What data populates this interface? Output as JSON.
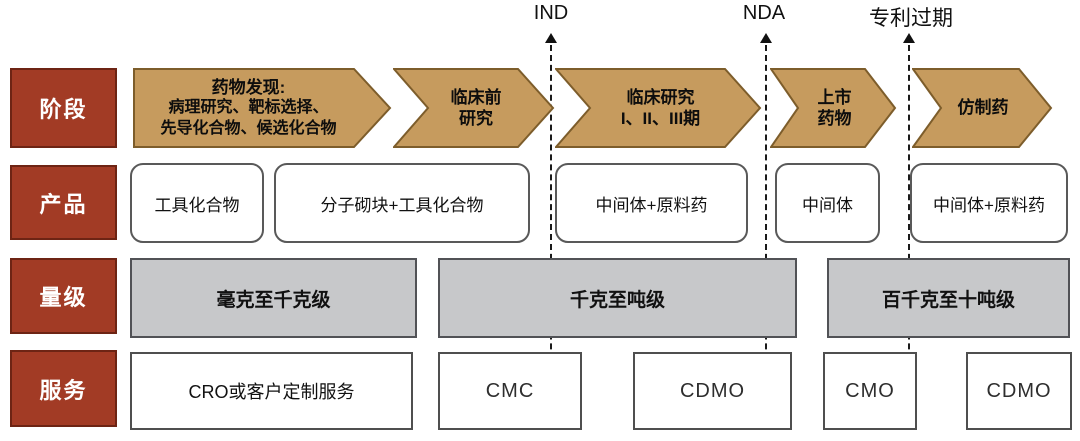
{
  "colors": {
    "header_red": "#A23B25",
    "header_red_border": "#6D2414",
    "arrow_tan": "#C69B5E",
    "arrow_tan_border": "#7D5D2B",
    "scale_gray": "#C7C8CA",
    "scale_gray_border": "#515256",
    "box_border": "#4F4F4F",
    "dashed_line": "#1A1A1A"
  },
  "markers": [
    {
      "label": "IND"
    },
    {
      "label": "NDA"
    },
    {
      "label": "专利过期"
    }
  ],
  "stage_row": {
    "header": "阶段",
    "arrows": [
      {
        "title": "药物发现:",
        "line2": "病理研究、靶标选择、",
        "line3": "先导化合物、候选化合物"
      },
      {
        "title": "临床前\n研究"
      },
      {
        "title": "临床研究\nI、II、III期"
      },
      {
        "title": "上市\n药物"
      },
      {
        "title": "仿制药"
      }
    ]
  },
  "product_row": {
    "header": "产品",
    "boxes": [
      "工具化合物",
      "分子砌块+工具化合物",
      "中间体+原料药",
      "中间体",
      "中间体+原料药"
    ]
  },
  "scale_row": {
    "header": "量级",
    "boxes": [
      "毫克至千克级",
      "千克至吨级",
      "百千克至十吨级"
    ]
  },
  "service_row": {
    "header": "服务",
    "boxes": [
      "CRO或客户定制服务",
      "CMC",
      "CDMO",
      "CMO",
      "CDMO"
    ]
  }
}
